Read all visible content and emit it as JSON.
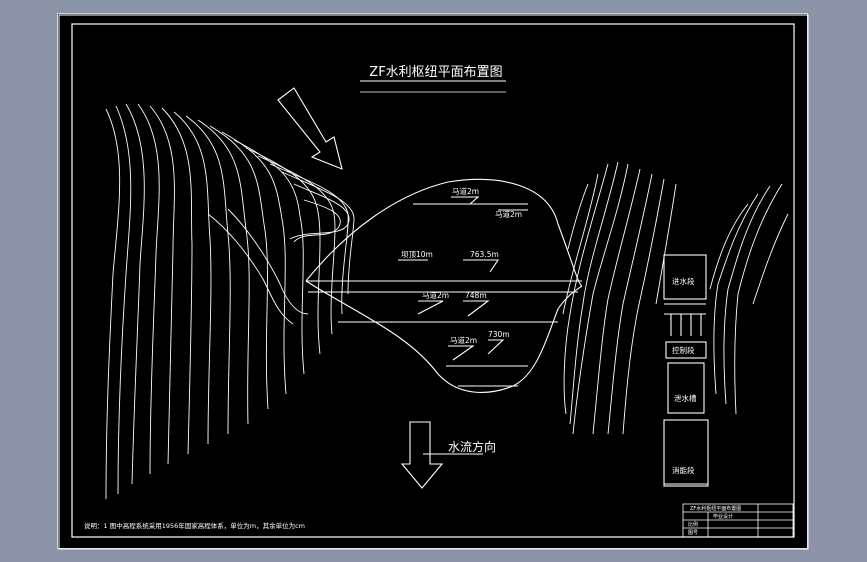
{
  "drawing": {
    "title": "ZF水利枢纽平面布置图",
    "flow_direction": "水流方向",
    "note": "说明：1  图中高程系统采用1956年国家高程体系，单位为m，其余单位为cm",
    "dam": {
      "labels": {
        "berm_top": "马道2m",
        "berm_top_right": "马道2m",
        "crest": "坝顶10m",
        "crest_elev": "763.5m",
        "berm_mid": "马道2m",
        "berm_mid_elev": "748m",
        "berm_low": "马道2m",
        "berm_low_elev": "730m"
      }
    },
    "spillway": {
      "inlet": "进水段",
      "control": "控制段",
      "chute": "泄水槽",
      "energy": "消能段"
    },
    "title_block": {
      "row1": "ZF水利枢纽平面布置图",
      "row2": "毕业设计",
      "row3": "比例",
      "row4": "图号"
    },
    "colors": {
      "background": "#000000",
      "frame": "#8a94a6",
      "line": "#ffffff"
    }
  }
}
